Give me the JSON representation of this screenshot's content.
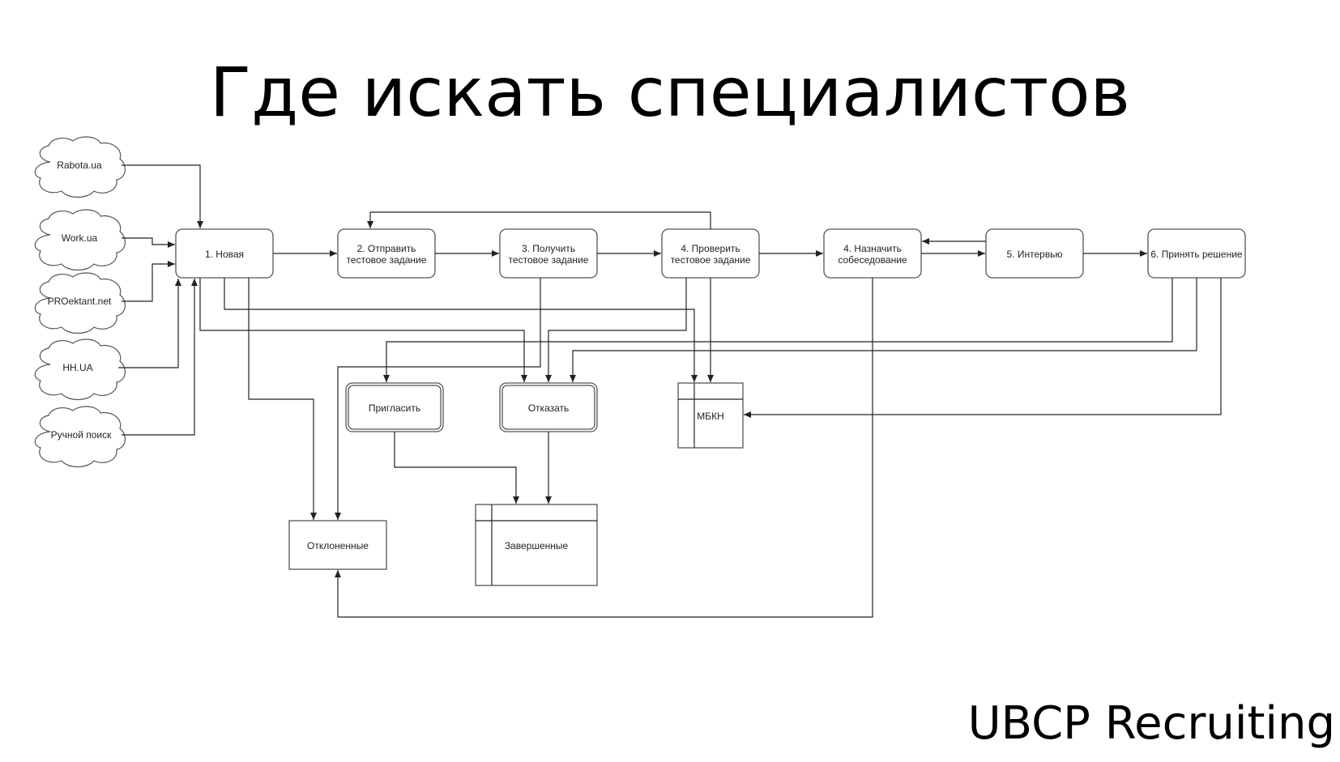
{
  "title": "Где искать специалистов",
  "brand": "UBCP Recruiting",
  "sources": [
    {
      "label": "Rabota.ua"
    },
    {
      "label": "Work.ua"
    },
    {
      "label": "PROektant.net"
    },
    {
      "label": "HH.UA"
    },
    {
      "label": "Ручной поиск"
    }
  ],
  "stages": [
    {
      "line1": "1. Новая",
      "line2": ""
    },
    {
      "line1": "2. Отправить",
      "line2": "тестовое задание"
    },
    {
      "line1": "3. Получить",
      "line2": "тестовое задание"
    },
    {
      "line1": "4. Проверить",
      "line2": "тестовое задание"
    },
    {
      "line1": "4. Назначить",
      "line2": "собеседование"
    },
    {
      "line1": "5. Интервью",
      "line2": ""
    },
    {
      "line1": "6. Принять решение",
      "line2": ""
    }
  ],
  "actions": {
    "invite": "Пригласить",
    "reject": "Отказать"
  },
  "stores": {
    "mbkn": "МБКН",
    "rejected": "Отклоненные",
    "completed": "Завершенные"
  },
  "colors": {
    "stroke": "#555555",
    "edge": "#222222",
    "text": "#000000",
    "background": "#ffffff"
  }
}
